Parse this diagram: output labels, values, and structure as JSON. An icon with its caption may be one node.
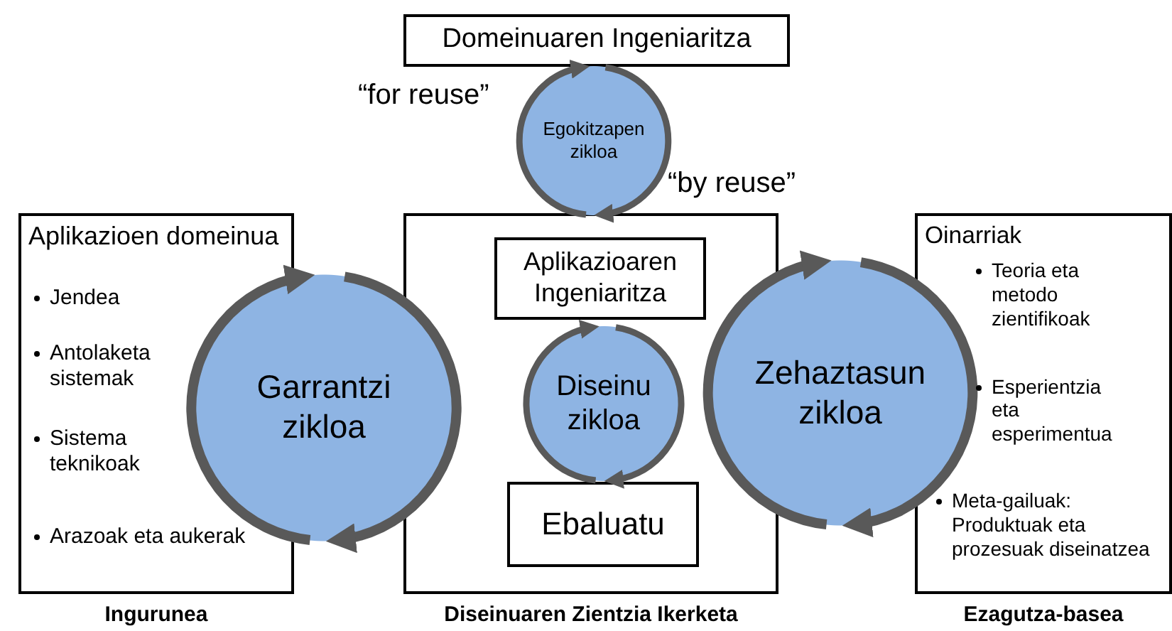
{
  "diagram": {
    "nodes": [
      {
        "text": [
          "Domeinuaren Ingeniaritza"
        ]
      },
      {
        "text": [
          "Egokitzapen zikloa"
        ]
      },
      {
        "text": [
          "Aplikazioen domeinua",
          "Jendea",
          "Antolaketa sistemak",
          "Sistema teknikoak",
          "Arazoak eta aukerak"
        ],
        "beside": [
          "Ingurunea"
        ]
      },
      {
        "text": [
          "Garrantzi zikloa"
        ]
      },
      {
        "text": [],
        "shape": "box",
        "beside": [
          "Diseinuaren Zientzia Ikerketa"
        ]
      },
      {
        "text": [
          "Aplikazioaren Ingeniaritza"
        ],
        "in": 4
      },
      {
        "text": [
          "Diseinu zikloa"
        ],
        "in": 4
      },
      {
        "text": [
          "Ebaluatu"
        ],
        "in": 4
      },
      {
        "text": [
          "Zehaztasun zikloa"
        ]
      },
      {
        "text": [
          "Oinarriak",
          "Teoria eta metodo zientifikoak",
          "Esperientzia eta esperimentua",
          "Meta-gailuak: Produktuak eta prozesuak diseinatzea"
        ],
        "beside": [
          "Ezagutza-basea"
        ]
      }
    ],
    "labels": [
      "“for reuse”",
      "“by reuse”"
    ]
  }
}
